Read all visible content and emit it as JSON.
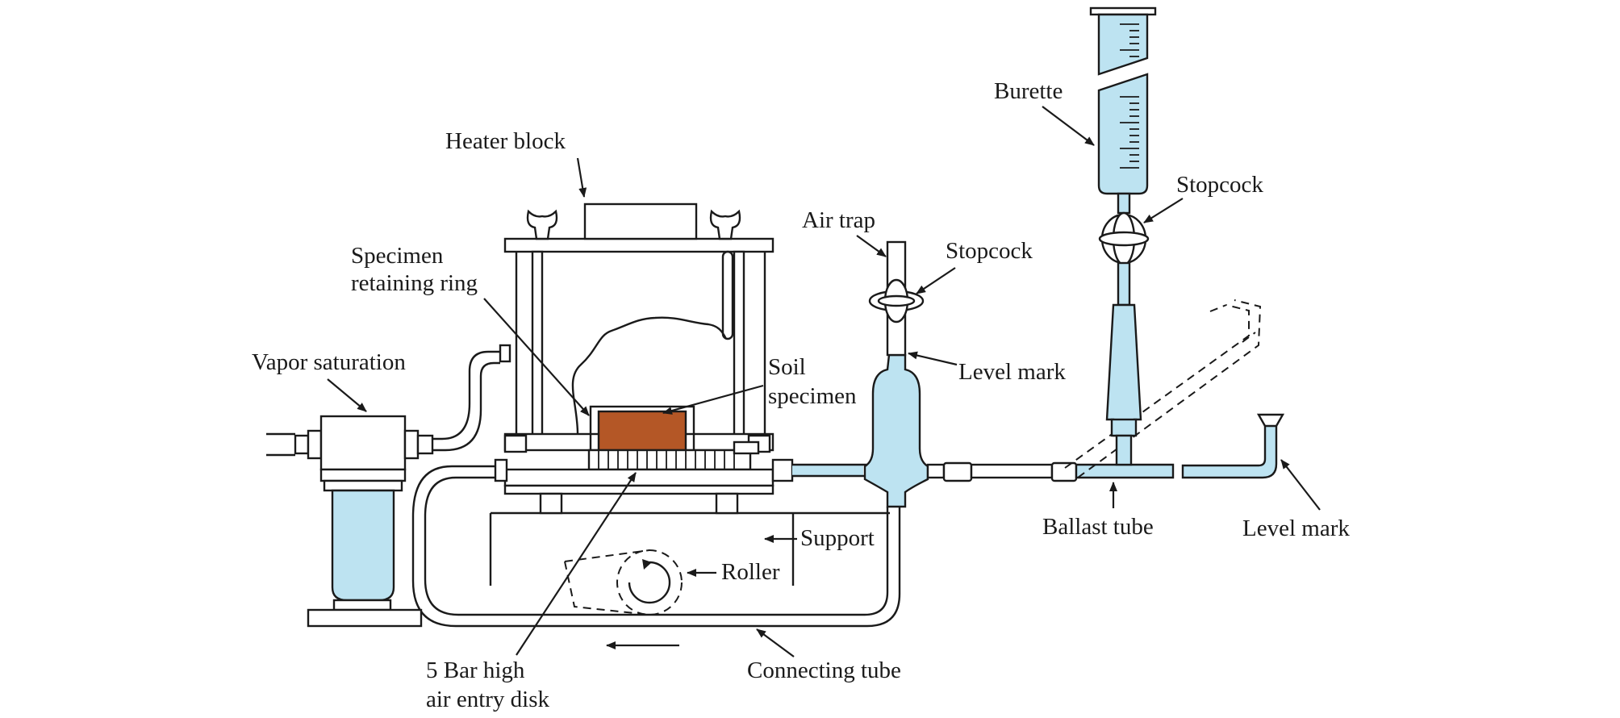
{
  "labels": {
    "heater_block": "Heater block",
    "specimen_retaining_ring_1": "Specimen",
    "specimen_retaining_ring_2": "retaining ring",
    "vapor_saturation": "Vapor saturation",
    "soil_specimen_1": "Soil",
    "soil_specimen_2": "specimen",
    "air_trap": "Air trap",
    "stopcock_left": "Stopcock",
    "level_mark_mid": "Level mark",
    "burette": "Burette",
    "stopcock_right": "Stopcock",
    "ballast_tube": "Ballast tube",
    "level_mark_right": "Level mark",
    "support": "Support",
    "roller": "Roller",
    "disk_1": "5 Bar high",
    "disk_2": "air entry disk",
    "connecting_tube": "Connecting tube"
  },
  "colors": {
    "water": "#bde3f1",
    "soil": "#b45726",
    "line": "#1a1a1a"
  }
}
